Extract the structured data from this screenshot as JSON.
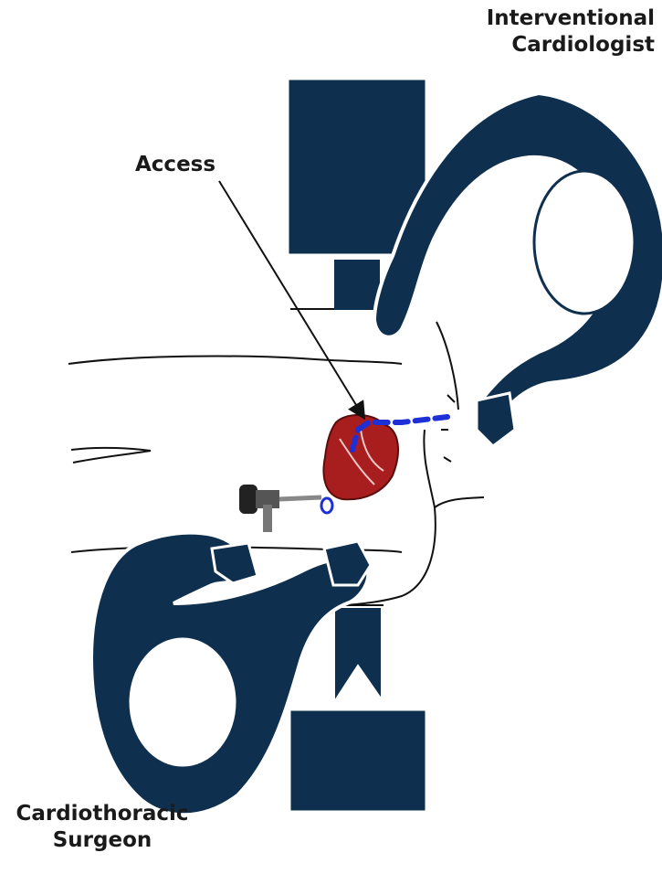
{
  "labels": {
    "interventional_line1": "Interventional",
    "interventional_line2": "Cardiologist",
    "surgeon_line1": "Cardiothoracic",
    "surgeon_line2": "Surgeon",
    "access": "Access"
  },
  "colors": {
    "figure": "#0e2f4d",
    "outline": "#111111",
    "heart": "#a81e1e",
    "catheter": "#1f2fd6",
    "background": "#ffffff"
  }
}
